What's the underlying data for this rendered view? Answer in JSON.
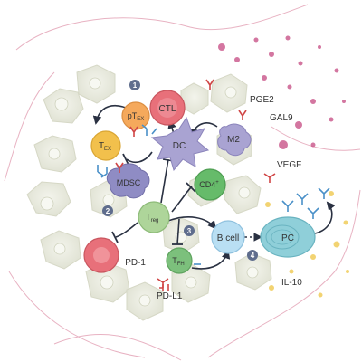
{
  "diagram": {
    "cells": {
      "ctl": "CTL",
      "ptex_main": "pT",
      "ptex_sub": "EX",
      "tex_main": "T",
      "tex_sub": "EX",
      "dc": "DC",
      "m2": "M2",
      "mdsc": "MDSC",
      "cd4_main": "CD4",
      "cd4_sup": "+",
      "treg_main": "T",
      "treg_sub": "reg",
      "bcell": "B cell",
      "pc": "PC",
      "tfh_main": "T",
      "tfh_sub": "FH"
    },
    "markers": [
      "1",
      "2",
      "3",
      "4"
    ],
    "factors": {
      "pge2": "PGE2",
      "gal9": "GAL9",
      "vegf": "VEGF",
      "il10": "IL-10"
    },
    "ligands": {
      "pd1": "PD-1",
      "pdl1": "PD-L1"
    },
    "colors": {
      "ctl": "#e8707a",
      "ptex": "#f5a95c",
      "tex": "#f2c04c",
      "dc": "#a9a3d2",
      "m2": "#a9a3d2",
      "mdsc": "#8f8cc4",
      "cd4": "#66bb6a",
      "treg": "#aed59a",
      "bcell": "#b9dff3",
      "pc": "#8fcfd9",
      "tfh": "#7cc07c",
      "tumor_cell": "#e4e6d8",
      "marker": "#5f6d8d",
      "pink_dot": "#c95489",
      "yellow_dot": "#f0cc5a",
      "red_receptor": "#d04545",
      "blue_antibody": "#4a90c8",
      "vessel": "#e8b2c2"
    }
  }
}
